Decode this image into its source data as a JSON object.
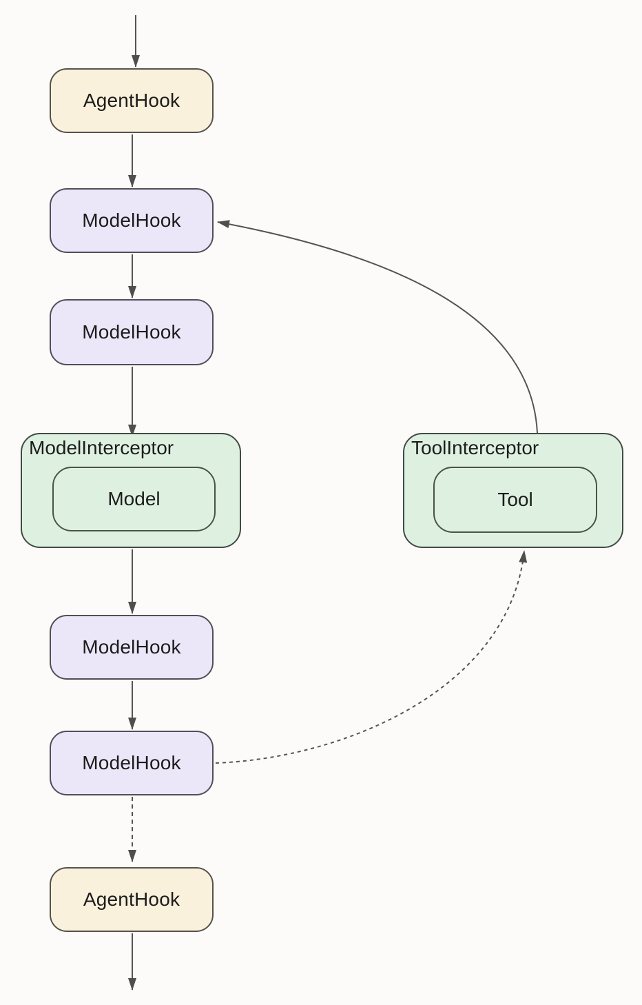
{
  "diagram": {
    "type": "flowchart",
    "background": "#fcfbf9",
    "nodes": {
      "agent_hook_top": {
        "label": "AgentHook",
        "fill": "#faf1dc"
      },
      "model_hook_1": {
        "label": "ModelHook",
        "fill": "#ebe6f8"
      },
      "model_hook_2": {
        "label": "ModelHook",
        "fill": "#ebe6f8"
      },
      "model_interceptor": {
        "label": "ModelInterceptor",
        "inner_label": "Model",
        "fill": "#def1e0"
      },
      "tool_interceptor": {
        "label": "ToolInterceptor",
        "inner_label": "Tool",
        "fill": "#def1e0"
      },
      "model_hook_3": {
        "label": "ModelHook",
        "fill": "#ebe6f8"
      },
      "model_hook_4": {
        "label": "ModelHook",
        "fill": "#ebe6f8"
      },
      "agent_hook_bottom": {
        "label": "AgentHook",
        "fill": "#faf1dc"
      }
    },
    "edges": [
      {
        "from": "start",
        "to": "agent_hook_top",
        "style": "solid"
      },
      {
        "from": "agent_hook_top",
        "to": "model_hook_1",
        "style": "solid"
      },
      {
        "from": "model_hook_1",
        "to": "model_hook_2",
        "style": "solid"
      },
      {
        "from": "model_hook_2",
        "to": "model_interceptor",
        "style": "solid"
      },
      {
        "from": "model_interceptor",
        "to": "model_hook_3",
        "style": "solid"
      },
      {
        "from": "model_hook_3",
        "to": "model_hook_4",
        "style": "solid"
      },
      {
        "from": "model_hook_4",
        "to": "agent_hook_bottom",
        "style": "dashed"
      },
      {
        "from": "agent_hook_bottom",
        "to": "end",
        "style": "solid"
      },
      {
        "from": "tool_interceptor",
        "to": "model_hook_1",
        "style": "solid",
        "shape": "curved"
      },
      {
        "from": "model_hook_4",
        "to": "tool_interceptor",
        "style": "dotted",
        "shape": "curved"
      }
    ],
    "colors": {
      "agent_hook_fill": "#faf1dc",
      "model_hook_fill": "#ebe6f8",
      "interceptor_fill": "#def1e0",
      "edge_stroke": "#545454",
      "box_border": "#4c4c4c",
      "text": "#1c1c1c",
      "background": "#fcfbf9"
    }
  }
}
